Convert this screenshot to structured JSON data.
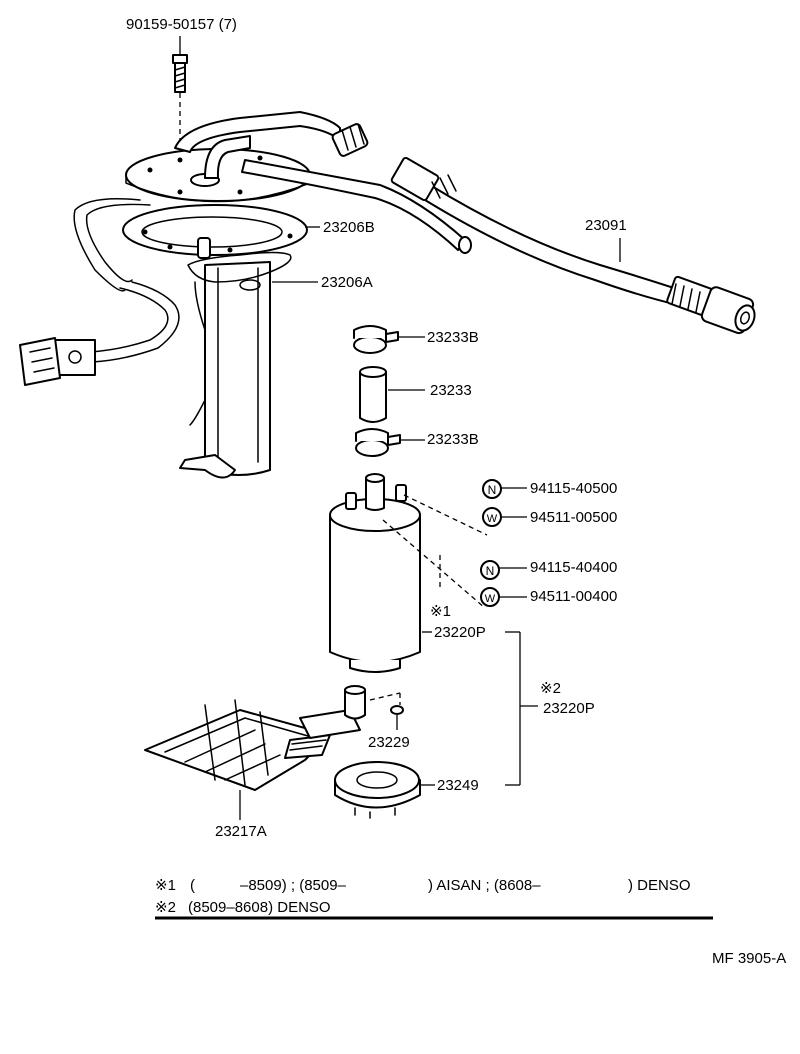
{
  "labels": {
    "bolt": "90159-50157 (7)",
    "gasket": "23206B",
    "bracket": "23206A",
    "hose_tube": "23091",
    "clamp_top": "23233B",
    "hose": "23233",
    "clamp_bottom": "23233B",
    "nut_1": "94115-40500",
    "washer_1": "94511-00500",
    "nut_2": "94115-40400",
    "washer_2": "94511-00400",
    "note1_mark": "※1",
    "pump_1": "23220P",
    "note2_mark": "※2",
    "pump_2": "23220P",
    "washer_small": "23229",
    "cushion": "23249",
    "filter": "23217A",
    "nut_badge": "N",
    "washer_badge": "W"
  },
  "notes": {
    "line1_mark": "※1",
    "line1_open": "(",
    "line1_text": "–8509) ; (8509–",
    "line1_aisan": ") AISAN ; (8608–",
    "line1_denso": ") DENSO",
    "line2_mark": "※2",
    "line2_text": "(8509–8608) DENSO"
  },
  "figure_code": "MF 3905-A"
}
